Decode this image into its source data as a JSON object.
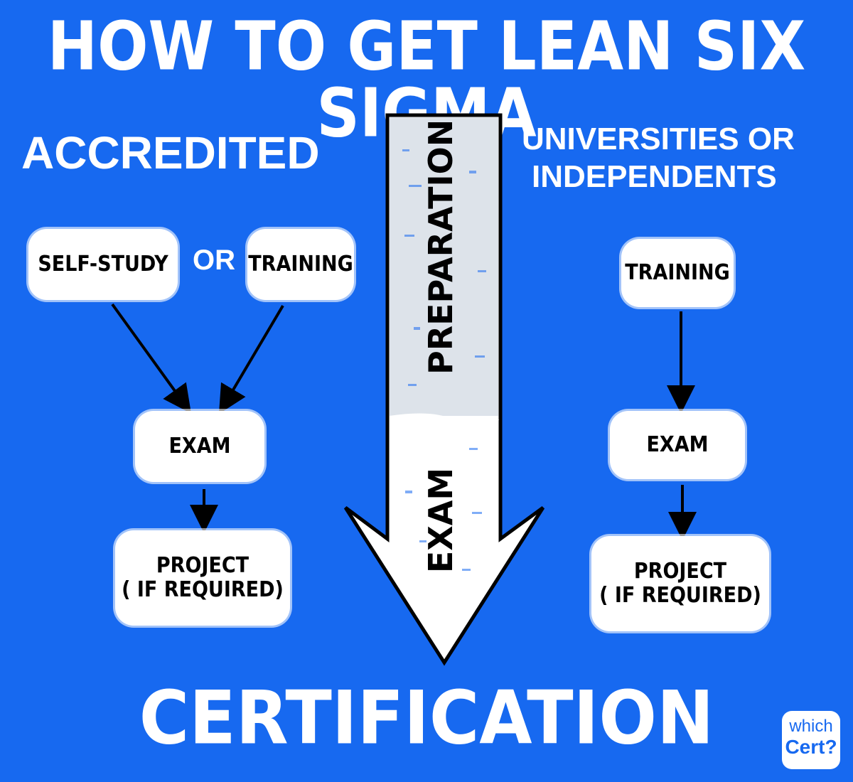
{
  "title": "HOW TO GET LEAN SIX SIGMA",
  "left_column": {
    "heading": "ACCREDITED",
    "option_a": "SELF-STUDY",
    "or_text": "OR",
    "option_b": "TRAINING",
    "exam": "EXAM",
    "project_line1": "PROJECT",
    "project_line2": "( IF REQUIRED)"
  },
  "right_column": {
    "heading_line1": "UNIVERSITIES OR",
    "heading_line2": "INDEPENDENTS",
    "training": "TRAINING",
    "exam": "EXAM",
    "project_line1": "PROJECT",
    "project_line2": "( IF REQUIRED)"
  },
  "center_arrow": {
    "upper_label": "PREPARATION",
    "lower_label": "EXAM"
  },
  "footer": "CERTIFICATION",
  "logo": {
    "line1": "which",
    "line2": "Cert?"
  },
  "colors": {
    "background": "#1769f0",
    "box": "#ffffff",
    "arrow_upper": "#dde3ea",
    "text_dark": "#000000"
  }
}
